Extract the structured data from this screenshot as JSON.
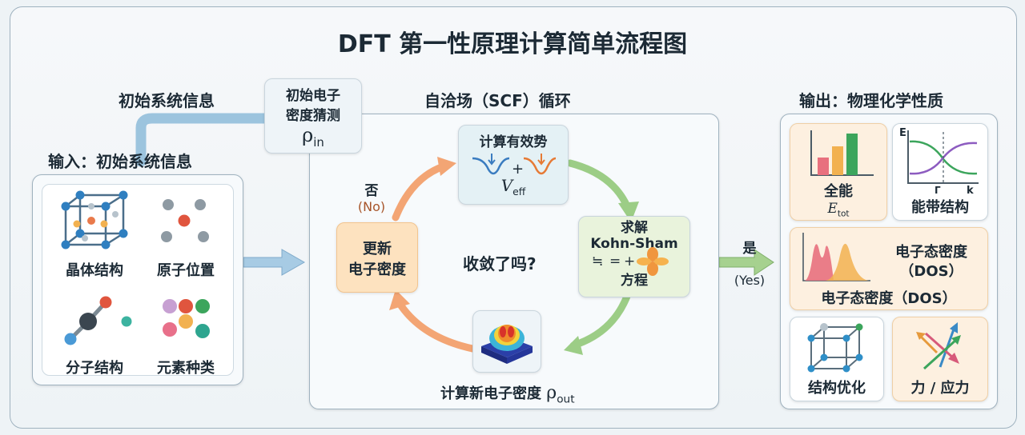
{
  "title": "DFT 第一性原理计算简单流程图",
  "input_top_label": "初始系统信息",
  "input_section_title": "输入：初始系统信息",
  "input_items": [
    "晶体结构",
    "原子位置",
    "分子结构",
    "元素种类"
  ],
  "initial_guess": {
    "line1": "初始电子",
    "line2": "密度猜测",
    "symbol": "ρ",
    "sub": "in"
  },
  "scf_title": "自洽场（SCF）循环",
  "potential": {
    "label": "计算有效势",
    "plus": "+",
    "symbol": "V",
    "sub": "eff"
  },
  "solve": {
    "line1": "求解",
    "line2": "Kohn-Sham",
    "eq_a": "≒",
    "eq_b": "=",
    "eq_plus": "+",
    "line3": "方程"
  },
  "update": {
    "line1": "更新",
    "line2": "电子密度"
  },
  "new_density": {
    "label": "计算新电子密度",
    "symbol": "ρ",
    "sub": "out"
  },
  "question": "收敛了吗?",
  "no_label": {
    "zh": "否",
    "en": "(No)"
  },
  "yes_label": {
    "zh": "是",
    "en": "(Yes)"
  },
  "output_title": "输出：物理化学性质",
  "outputs": {
    "total_energy": {
      "label": "全能",
      "symbol": "E",
      "sub": "tot"
    },
    "band": {
      "label": "能带结构",
      "axis_e": "E",
      "axis_gamma": "Γ",
      "axis_k": "k"
    },
    "dos": {
      "right_line1": "电子态密度",
      "right_line2": "（DOS）",
      "bottom": "电子态密度（DOS）"
    },
    "opt": {
      "label": "结构优化"
    },
    "force": {
      "label": "力 / 应力"
    }
  },
  "colors": {
    "arrow_blue": "#8fb9d6",
    "arrow_green": "#8cc37a",
    "arrow_orange": "#f2a36b",
    "update_fill": "#fde6c8",
    "solve_fill": "#e9f3dc",
    "potential_fill": "#e4f1f5",
    "output_fill": "#fdf0e0"
  }
}
